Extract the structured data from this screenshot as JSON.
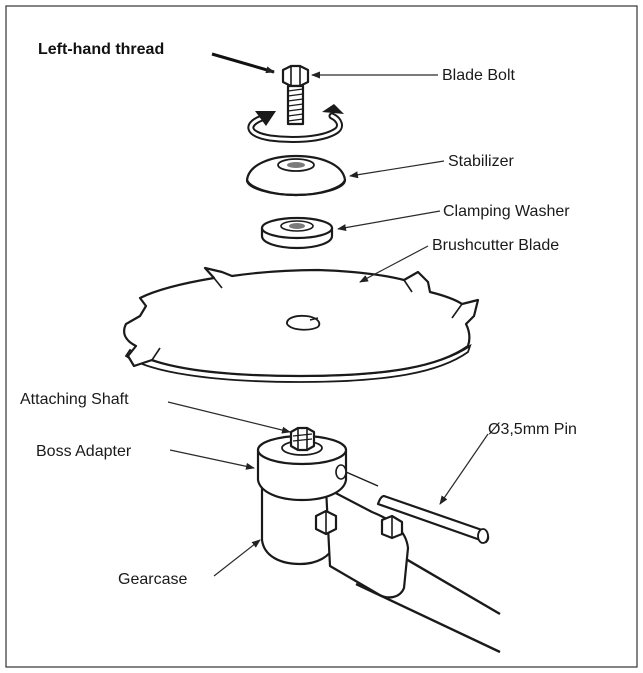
{
  "labels": {
    "left_hand_thread": "Left-hand thread",
    "blade_bolt": "Blade Bolt",
    "stabilizer": "Stabilizer",
    "clamping_washer": "Clamping Washer",
    "brushcutter_blade": "Brushcutter Blade",
    "attaching_shaft": "Attaching Shaft",
    "boss_adapter": "Boss Adapter",
    "pin": "Ø3,5mm Pin",
    "gearcase": "Gearcase"
  },
  "colors": {
    "line": "#1a1a1a",
    "shade": "#7a7a7a",
    "border": "#333333"
  }
}
